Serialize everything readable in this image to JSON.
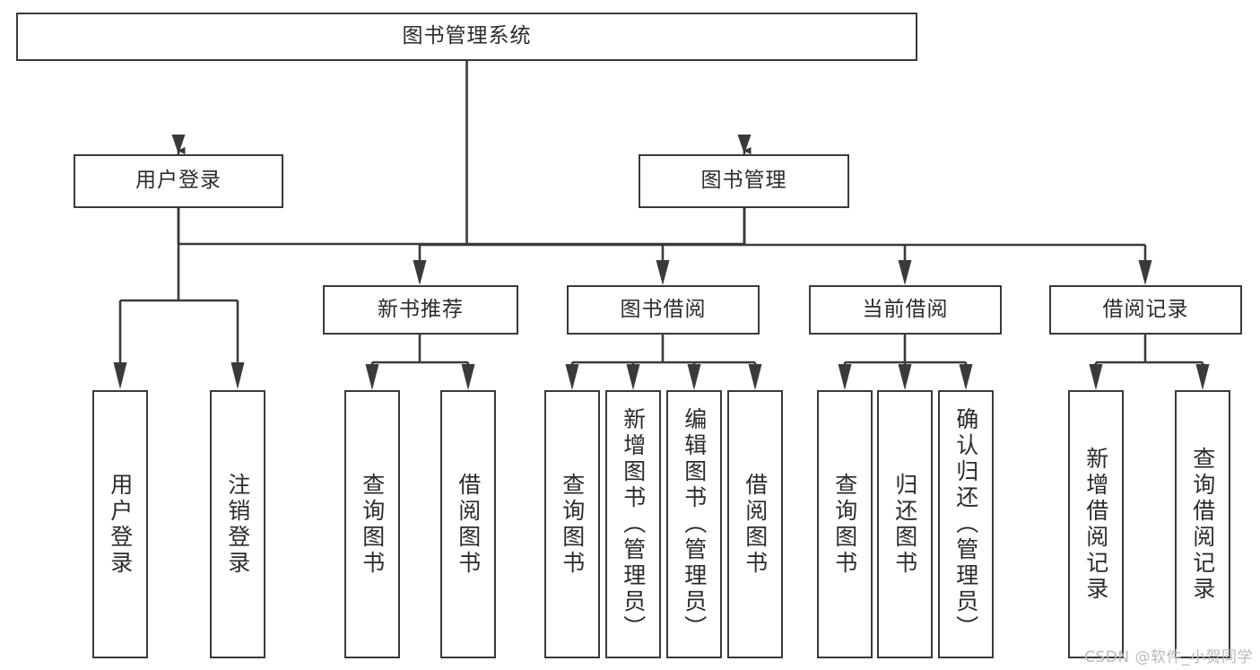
{
  "diagram": {
    "title": "图书管理系统",
    "type": "tree",
    "root": {
      "label": "图书管理系统"
    },
    "level1": [
      {
        "label": "用户登录"
      },
      {
        "label": "图书管理"
      }
    ],
    "level2": [
      {
        "label": "新书推荐"
      },
      {
        "label": "图书借阅"
      },
      {
        "label": "当前借阅"
      },
      {
        "label": "借阅记录"
      }
    ],
    "leaves": {
      "user_login": [
        {
          "label": "用户登录"
        },
        {
          "label": "注销登录"
        }
      ],
      "new_book": [
        {
          "label": "查询图书"
        },
        {
          "label": "借阅图书"
        }
      ],
      "book_borrow": [
        {
          "label": "查询图书"
        },
        {
          "label": "新增图书（管理员）"
        },
        {
          "label": "编辑图书（管理员）"
        },
        {
          "label": "借阅图书"
        }
      ],
      "current_borrow": [
        {
          "label": "查询图书"
        },
        {
          "label": "归还图书"
        },
        {
          "label": "确认归还（管理员）"
        }
      ],
      "borrow_record": [
        {
          "label": "新增借阅记录"
        },
        {
          "label": "查询借阅记录"
        }
      ]
    }
  },
  "watermark": {
    "text": "CSDN @软件_小贺同学"
  },
  "colors": {
    "border": "#3a3a3a",
    "text": "#2b2b2b",
    "background": "#ffffff",
    "watermark": "#b9b9b9"
  }
}
